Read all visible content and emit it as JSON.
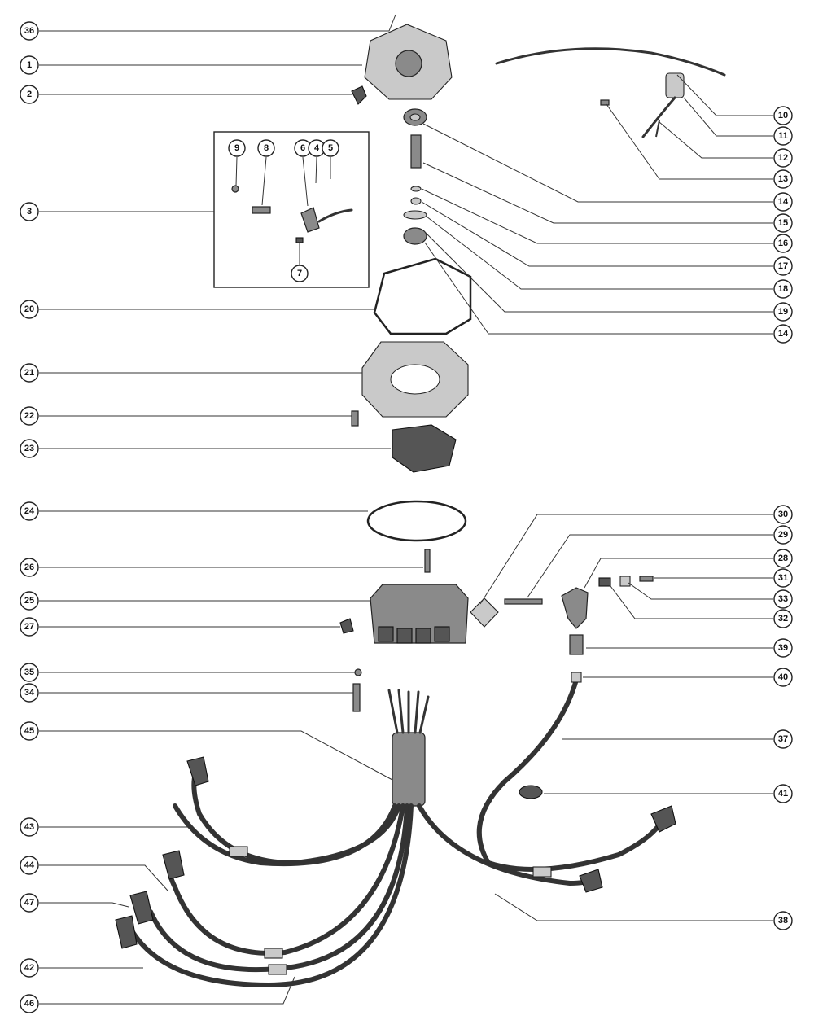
{
  "callouts": [
    {
      "id": "callout-36",
      "label": "36"
    },
    {
      "id": "callout-1",
      "label": "1"
    },
    {
      "id": "callout-2",
      "label": "2"
    },
    {
      "id": "callout-3",
      "label": "3"
    },
    {
      "id": "callout-9",
      "label": "9"
    },
    {
      "id": "callout-8",
      "label": "8"
    },
    {
      "id": "callout-6",
      "label": "6"
    },
    {
      "id": "callout-4",
      "label": "4"
    },
    {
      "id": "callout-5",
      "label": "5"
    },
    {
      "id": "callout-7",
      "label": "7"
    },
    {
      "id": "callout-10",
      "label": "10"
    },
    {
      "id": "callout-11",
      "label": "11"
    },
    {
      "id": "callout-12",
      "label": "12"
    },
    {
      "id": "callout-13",
      "label": "13"
    },
    {
      "id": "callout-14a",
      "label": "14"
    },
    {
      "id": "callout-15",
      "label": "15"
    },
    {
      "id": "callout-16",
      "label": "16"
    },
    {
      "id": "callout-17",
      "label": "17"
    },
    {
      "id": "callout-18",
      "label": "18"
    },
    {
      "id": "callout-19",
      "label": "19"
    },
    {
      "id": "callout-14b",
      "label": "14"
    },
    {
      "id": "callout-20",
      "label": "20"
    },
    {
      "id": "callout-21",
      "label": "21"
    },
    {
      "id": "callout-22",
      "label": "22"
    },
    {
      "id": "callout-23",
      "label": "23"
    },
    {
      "id": "callout-24",
      "label": "24"
    },
    {
      "id": "callout-26",
      "label": "26"
    },
    {
      "id": "callout-25",
      "label": "25"
    },
    {
      "id": "callout-27",
      "label": "27"
    },
    {
      "id": "callout-35",
      "label": "35"
    },
    {
      "id": "callout-34",
      "label": "34"
    },
    {
      "id": "callout-45",
      "label": "45"
    },
    {
      "id": "callout-43",
      "label": "43"
    },
    {
      "id": "callout-44",
      "label": "44"
    },
    {
      "id": "callout-47",
      "label": "47"
    },
    {
      "id": "callout-42",
      "label": "42"
    },
    {
      "id": "callout-46",
      "label": "46"
    },
    {
      "id": "callout-30",
      "label": "30"
    },
    {
      "id": "callout-29",
      "label": "29"
    },
    {
      "id": "callout-28",
      "label": "28"
    },
    {
      "id": "callout-31",
      "label": "31"
    },
    {
      "id": "callout-33",
      "label": "33"
    },
    {
      "id": "callout-32",
      "label": "32"
    },
    {
      "id": "callout-39",
      "label": "39"
    },
    {
      "id": "callout-40",
      "label": "40"
    },
    {
      "id": "callout-37",
      "label": "37"
    },
    {
      "id": "callout-41",
      "label": "41"
    },
    {
      "id": "callout-38",
      "label": "38"
    }
  ]
}
